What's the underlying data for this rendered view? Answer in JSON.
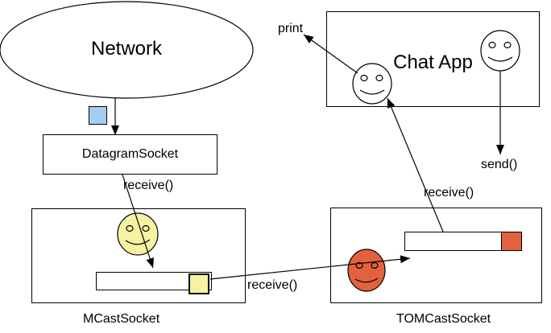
{
  "colors": {
    "packet_blue": "#A5CDF2",
    "packet_yellow": "#F5F3A1",
    "packet_orange": "#E4613E",
    "stroke": "#000000",
    "background": "#FFFFFF"
  },
  "nodes": {
    "network": {
      "label": "Network",
      "shape": "ellipse"
    },
    "datagram_socket": {
      "label": "DatagramSocket",
      "shape": "rect"
    },
    "mcast_socket": {
      "label": "MCastSocket",
      "shape": "rect"
    },
    "tomcast_socket": {
      "label": "TOMCastSocket",
      "shape": "rect"
    },
    "chat_app": {
      "label": "Chat App",
      "shape": "rect"
    }
  },
  "edges": {
    "datagram_to_mcast_queue": {
      "label": "receive()"
    },
    "mcast_queue_to_tomcast": {
      "label": "receive()"
    },
    "tomcast_queue_to_chat": {
      "label": "receive()"
    },
    "chat_to_print": {
      "label": "print"
    },
    "chat_to_send": {
      "label": "send()"
    }
  },
  "icons": {
    "mcast_smiley": "smiley-face",
    "tomcast_smiley": "smiley-face",
    "chat_receiver_smiley": "smiley-face",
    "chat_sender_smiley": "smiley-face",
    "network_packet": "packet-square",
    "mcast_queue_packet": "packet-square",
    "tomcast_queue_packet": "packet-square"
  }
}
